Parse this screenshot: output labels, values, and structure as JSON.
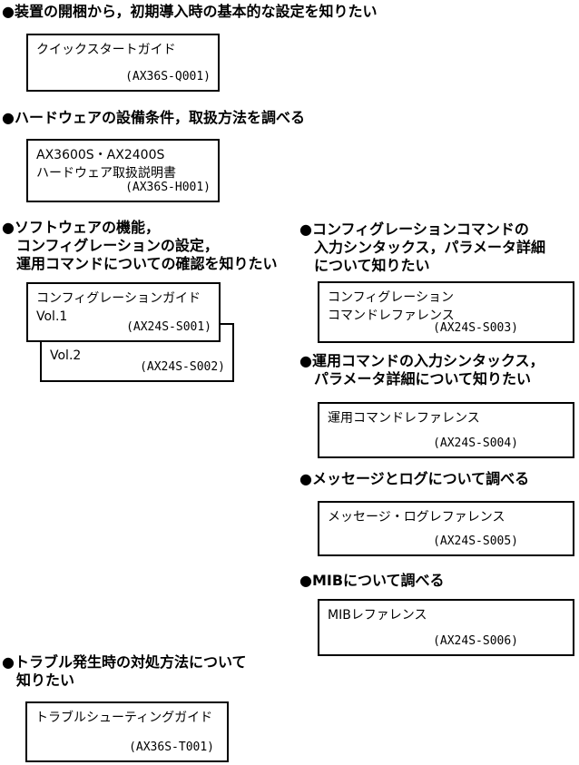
{
  "colors": {
    "foreground": "#000000",
    "background": "#ffffff",
    "box_border": "#000000"
  },
  "sections": {
    "unpack": {
      "heading_lines": [
        "●装置の開梱から，初期導入時の基本的な設定を知りたい"
      ],
      "box": {
        "lines": [
          "クイックスタートガイド"
        ],
        "code": "(AX36S-Q001)"
      }
    },
    "hardware": {
      "heading_lines": [
        "●ハードウェアの設備条件，取扱方法を調べる"
      ],
      "box": {
        "lines": [
          "AX3600S・AX2400S",
          "ハードウェア取扱説明書"
        ],
        "code": "(AX36S-H001)"
      }
    },
    "software": {
      "heading_lines": [
        "●ソフトウェアの機能，",
        "コンフィグレーションの設定，",
        "運用コマンドについての確認を知りたい"
      ],
      "box_front": {
        "lines": [
          "コンフィグレーションガイド",
          "Vol.1"
        ],
        "code": "(AX24S-S001)"
      },
      "box_back": {
        "lines": [
          "Vol.2"
        ],
        "code": "(AX24S-S002)"
      }
    },
    "config_commands": {
      "heading_lines": [
        "●コンフィグレーションコマンドの",
        "入力シンタックス，パラメータ詳細",
        "について知りたい"
      ],
      "box": {
        "lines": [
          "コンフィグレーション",
          "コマンドレファレンス"
        ],
        "code": "(AX24S-S003)"
      }
    },
    "operation_commands": {
      "heading_lines": [
        "●運用コマンドの入力シンタックス，",
        "パラメータ詳細について知りたい"
      ],
      "box": {
        "lines": [
          "運用コマンドレファレンス"
        ],
        "code": "(AX24S-S004)"
      }
    },
    "message_log": {
      "heading_lines": [
        "●メッセージとログについて調べる"
      ],
      "box": {
        "lines": [
          "メッセージ・ログレファレンス"
        ],
        "code": "(AX24S-S005)"
      }
    },
    "mib": {
      "heading_lines": [
        "●MIBについて調べる"
      ],
      "box": {
        "lines": [
          "MIBレファレンス"
        ],
        "code": "(AX24S-S006)"
      }
    },
    "troubleshooting": {
      "heading_lines": [
        "●トラブル発生時の対処方法について",
        "知りたい"
      ],
      "box": {
        "lines": [
          "トラブルシューティングガイド"
        ],
        "code": "(AX36S-T001)"
      }
    }
  }
}
